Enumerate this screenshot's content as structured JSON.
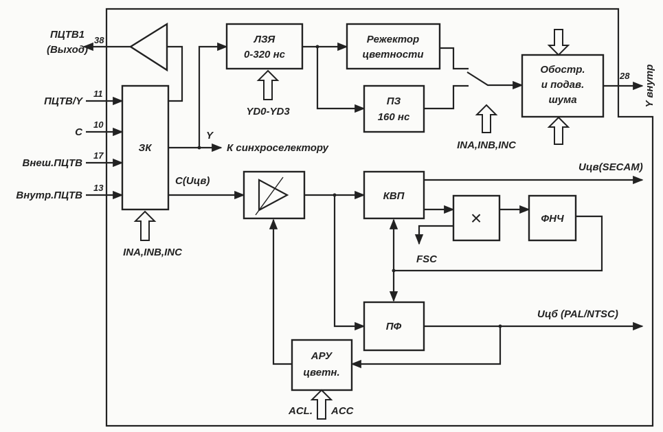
{
  "pins": {
    "out1": {
      "label1": "ПЦТВ1",
      "label2": "(Выход)",
      "pin": "38"
    },
    "in_y": {
      "label": "ПЦТВ/Y",
      "pin": "11"
    },
    "in_c": {
      "label": "C",
      "pin": "10"
    },
    "in_ext": {
      "label": "Внеш.ПЦТВ",
      "pin": "17"
    },
    "in_int": {
      "label": "Внутр.ПЦТВ",
      "pin": "13"
    },
    "y_out": {
      "label": "Y внутр",
      "pin": "28"
    }
  },
  "blocks": {
    "switch": "ЗК",
    "delay_line": {
      "line1": "ЛЗЯ",
      "line2": "0-320 нс"
    },
    "notch": {
      "line1": "Режектор",
      "line2": "цветности"
    },
    "delay160": {
      "line1": "ПЗ",
      "line2": "160 нс"
    },
    "sharpen": {
      "line1": "Обостр.",
      "line2": "и подав.",
      "line3": "шума"
    },
    "kvp": "КВП",
    "multiplier": "×",
    "lpf": "ФНЧ",
    "bandpass": "ПФ",
    "agc": {
      "line1": "АРУ",
      "line2": "цветн."
    }
  },
  "labels": {
    "y": "Y",
    "to_sync": "К синхроселектору",
    "c_signal": "C(Uцв)",
    "ydo": "YD0-YD3",
    "ina_switch": "INA,INB,INC",
    "ina_bottom": "INA,INB,INC",
    "secam": "Uцв(SECAM)",
    "pal": "Uцб (PAL/NTSC)",
    "fsc": "FSC",
    "acl": "ACL.",
    "acc": "ACC"
  }
}
